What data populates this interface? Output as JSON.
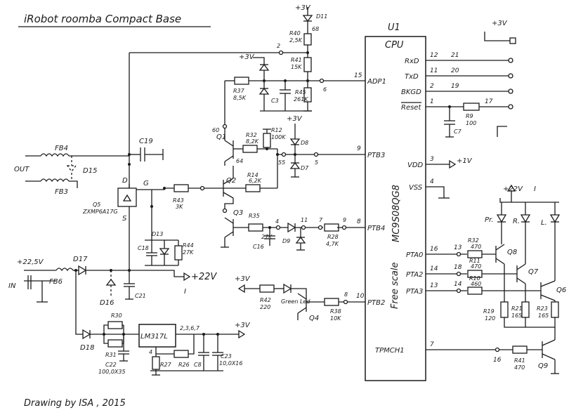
{
  "title": "iRobot roomba Compact Base",
  "credit": "Drawing by ISA , 2015",
  "ic": {
    "ref": "U1",
    "name": "CPU",
    "part": "MC9S08QG8",
    "vendor": "Free scale",
    "left_pins": [
      {
        "num": "15",
        "name": "ADP1"
      },
      {
        "num": "9",
        "name": "PTB3"
      },
      {
        "num": "8",
        "name": "PTB4"
      },
      {
        "num": "10",
        "name": "PTB2"
      }
    ],
    "right_pins": [
      {
        "num": "12",
        "name": "RxD",
        "net": "21"
      },
      {
        "num": "11",
        "name": "TxD",
        "net": "20"
      },
      {
        "num": "2",
        "name": "BKGD",
        "net": "19"
      },
      {
        "num": "1",
        "name": "Reset",
        "net": "17"
      },
      {
        "num": "3",
        "name": "VDD"
      },
      {
        "num": "4",
        "name": "VSS"
      },
      {
        "num": "16",
        "name": "PTA0",
        "net": "13"
      },
      {
        "num": "14",
        "name": "PTA2",
        "net": "18"
      },
      {
        "num": "13",
        "name": "PTA3",
        "net": "14"
      },
      {
        "num": "7",
        "name": "TPMCH1",
        "net": "16"
      }
    ]
  },
  "rails": {
    "v3_top": "+3V",
    "v3_right": "+3V",
    "vdd_supply": "+1V",
    "in_voltage": "+22,5V",
    "out_22": "+22V",
    "led_22": "+22V",
    "sym_i": "I",
    "v3_r37": "+3V",
    "v3_d8": "+3V",
    "v3_green": "+3V",
    "v3_reg": "+3V"
  },
  "connectors": {
    "out": "OUT",
    "in": "IN"
  },
  "components": {
    "d11": "D11",
    "node_68": "68",
    "r40": {
      "ref": "R40",
      "val": "2,5K"
    },
    "node_2": "2",
    "r41": {
      "ref": "R41",
      "val": "15K"
    },
    "r45": {
      "ref": "R45",
      "val": "261K"
    },
    "r37": {
      "ref": "R37",
      "val": "8,5K"
    },
    "c3": "C3",
    "node_6": "6",
    "node_60": "60",
    "q1": "Q1",
    "node_64": "64",
    "r32": {
      "ref": "R32",
      "val": "8,2K"
    },
    "r12": {
      "ref": "R12",
      "val": "100K"
    },
    "d8": "D8",
    "d7": "D7",
    "node_55": "55",
    "node_5": "5",
    "c19": "C19",
    "fb4": "FB4",
    "fb3": "FB3",
    "d15": "D15",
    "q5": {
      "ref": "Q5",
      "part": "ZXMP6A17G"
    },
    "q5_d": "D",
    "q5_g": "G",
    "q5_s": "S",
    "r43": {
      "ref": "R43",
      "val": "3K"
    },
    "q2": "Q2",
    "r14": {
      "ref": "R14",
      "val": "6,2K"
    },
    "q3": "Q3",
    "r35": {
      "ref": "R35",
      "val": "27K"
    },
    "c16": "C16",
    "node_4": "4",
    "node_11": "11",
    "node_7": "7",
    "node_9_b": "9",
    "d9": "D9",
    "r28": {
      "ref": "R28",
      "val": "4,7K"
    },
    "d13": "D13",
    "c18": "C18",
    "r44": {
      "ref": "R44",
      "val": "27K"
    },
    "fb6": "FB6",
    "d17": "D17",
    "d16": "D16",
    "c21": "C21",
    "r30": "R30",
    "r31": "R31",
    "d18": "D18",
    "c22": {
      "ref": "C22",
      "val": "100,0X35"
    },
    "lm317": {
      "part": "LM317L",
      "pins": "2,3,6,7",
      "pin4": "4"
    },
    "r27": "R27",
    "r26": "R26",
    "c8": "C8",
    "c23": {
      "ref": "C23",
      "val": "10,0X16"
    },
    "r42": {
      "ref": "R42",
      "val": "220"
    },
    "green_led": "Green Led",
    "q4": "Q4",
    "node_8": "8",
    "r38": {
      "ref": "R38",
      "val": "10K"
    },
    "r9": {
      "ref": "R9",
      "val": "100"
    },
    "c7": "C7",
    "led_pr": "Pr.",
    "led_r": "R.",
    "led_l": "L.",
    "r32b": {
      "ref": "R32",
      "val": "470"
    },
    "r11": {
      "ref": "R11",
      "val": "470"
    },
    "r10": {
      "ref": "R10",
      "val": "460"
    },
    "q8": "Q8",
    "q7": "Q7",
    "q6": "Q6",
    "r19": {
      "ref": "R19",
      "val": "120"
    },
    "r21": {
      "ref": "R21",
      "val": "165"
    },
    "r23": {
      "ref": "R23",
      "val": "165"
    },
    "r41b": {
      "ref": "R41",
      "val": "470"
    },
    "q9": "Q9"
  }
}
